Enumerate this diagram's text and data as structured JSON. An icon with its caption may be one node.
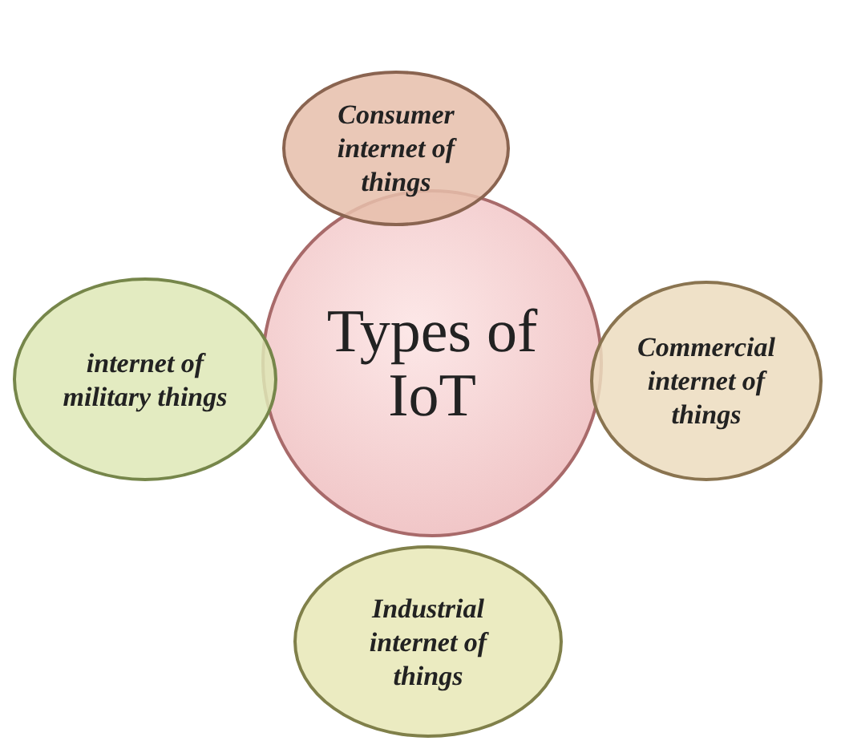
{
  "diagram": {
    "nodes": [
      {
        "text": [
          "Consumer internet of things"
        ]
      },
      {
        "text": [
          "internet of military things"
        ]
      },
      {
        "text": [
          "Types of IoT"
        ]
      },
      {
        "text": [
          "Commercial internet of things"
        ]
      },
      {
        "text": [
          "Industrial internet of things"
        ]
      }
    ]
  }
}
